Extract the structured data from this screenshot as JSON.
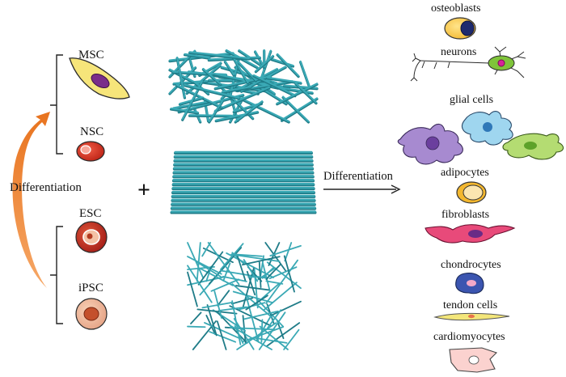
{
  "stem_cells": {
    "mesenchymal": "MSC",
    "neural": "NSC",
    "embryonic": "ESC",
    "induced": "iPSC"
  },
  "left_arrow_label": "Differentiation",
  "plus_sign": "+",
  "right_arrow_label": "Differentiation",
  "scaffolds": [
    "random-fiber-mat",
    "aligned-fiber-sheet",
    "3d-fiber-network"
  ],
  "cell_types": {
    "osteoblasts": "osteoblasts",
    "neurons": "neurons",
    "glial": "glial cells",
    "adipocytes": "adipocytes",
    "fibroblasts": "fibroblasts",
    "chondrocytes": "chondrocytes",
    "tendon": "tendon cells",
    "cardiomyocytes": "cardiomyocytes"
  },
  "colors": {
    "fiber": "#3aa9b5",
    "fiber_dark": "#1f7c88",
    "arrow_gradient_top": "#e8731e",
    "arrow_gradient_bottom": "#f7a35c"
  }
}
